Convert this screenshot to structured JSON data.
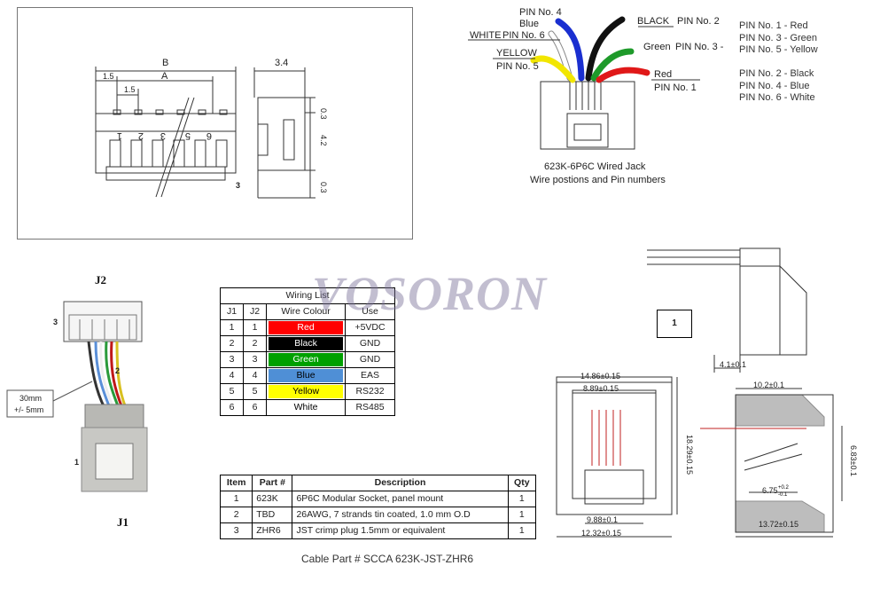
{
  "drawing": {
    "dim_B": "B",
    "dim_A": "A",
    "dim_15_top": "1.5",
    "dim_15_inner": "1.5",
    "dim_34": "3.4",
    "dim_03_top": "0.3",
    "dim_42": "4.2",
    "dim_03_bottom": "0.3",
    "pin_1": "1",
    "pin_2": "2",
    "pin_3": "3",
    "pin_5": "5",
    "pin_6": "6",
    "callout_3": "3"
  },
  "jack": {
    "pin4_label": "PIN No. 4",
    "blue_label": "Blue",
    "black_label": "BLACK",
    "pin2_label": "PIN No. 2",
    "white_label": "WHITE",
    "pin6_label": "PIN No. 6",
    "green_label": "Green",
    "pin3_label": "PIN No. 3 -",
    "yellow_label": "YELLOW",
    "pin5_label": "PIN No. 5",
    "red_label": "Red",
    "pin1_label": "PIN No. 1",
    "caption_1": "623K-6P6C Wired Jack",
    "caption_2": "Wire postions and Pin numbers",
    "colors": {
      "blue": "#1a2fd0",
      "black": "#111111",
      "white": "#ffffff",
      "green": "#1e9a2a",
      "yellow": "#f2e600",
      "red": "#e01818"
    }
  },
  "pin_legend": [
    "PIN No. 1 - Red",
    "PIN No. 3 - Green",
    "PIN No. 5 - Yellow",
    "PIN No. 2 - Black",
    "PIN No. 4 - Blue",
    "PIN No. 6 - White"
  ],
  "assembly": {
    "j2_label": "J2",
    "j1_label": "J1",
    "callout_3": "3",
    "callout_2": "2",
    "callout_1": "1",
    "length_note_1": "30mm",
    "length_note_2": "+/- 5mm"
  },
  "watermark": "VOSORON",
  "wiring_list": {
    "title": "Wiring List",
    "headers": [
      "J1",
      "J2",
      "Wire Colour",
      "Use"
    ],
    "rows": [
      {
        "j1": "1",
        "j2": "1",
        "color": "Red",
        "use": "+5VDC",
        "bg": "#ff0000",
        "fg": "#ffffff"
      },
      {
        "j1": "2",
        "j2": "2",
        "color": "Black",
        "use": "GND",
        "bg": "#000000",
        "fg": "#ffffff"
      },
      {
        "j1": "3",
        "j2": "3",
        "color": "Green",
        "use": "GND",
        "bg": "#00a000",
        "fg": "#ffffff"
      },
      {
        "j1": "4",
        "j2": "4",
        "color": "Blue",
        "use": "EAS",
        "bg": "#4f8fd6",
        "fg": "#000000"
      },
      {
        "j1": "5",
        "j2": "5",
        "color": "Yellow",
        "use": "RS232",
        "bg": "#ffff00",
        "fg": "#000000"
      },
      {
        "j1": "6",
        "j2": "6",
        "color": "White",
        "use": "RS485",
        "bg": "#ffffff",
        "fg": "#000000"
      }
    ]
  },
  "parts_list": {
    "headers": [
      "Item",
      "Part #",
      "Description",
      "Qty"
    ],
    "rows": [
      {
        "item": "1",
        "part": "623K",
        "desc": "6P6C Modular Socket, panel mount",
        "qty": "1"
      },
      {
        "item": "2",
        "part": "TBD",
        "desc": "26AWG, 7 strands tin coated, 1.0 mm O.D",
        "qty": "1"
      },
      {
        "item": "3",
        "part": "ZHR6",
        "desc": "JST crimp plug 1.5mm or equivalent",
        "qty": "1"
      }
    ]
  },
  "cable_caption": "Cable Part # SCCA 623K-JST-ZHR6",
  "socket": {
    "callout_1": "1",
    "dim_41": "4.1±0.1",
    "dim_1486": "14.86±0.15",
    "dim_889": "8.89±0.15",
    "dim_1829": "18.29±0.15",
    "dim_988": "9.88±0.1",
    "dim_1232": "12.32±0.15",
    "dim_102": "10.2±0.1",
    "dim_683": "6.83±0.1",
    "dim_675": "6.75",
    "dim_675_tol_top": "+0.2",
    "dim_675_tol_bottom": "-0.1",
    "dim_1372": "13.72±0.15"
  }
}
